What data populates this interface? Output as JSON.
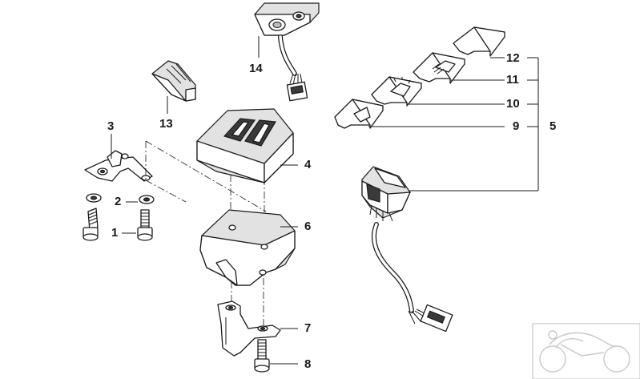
{
  "labels": {
    "p1": "1",
    "p2": "2",
    "p3": "3",
    "p4": "4",
    "p5": "5",
    "p6": "6",
    "p7": "7",
    "p8": "8",
    "p9": "9",
    "p10": "10",
    "p11": "11",
    "p12": "12",
    "p13": "13",
    "p14": "14"
  },
  "colors": {
    "ink": "#1a1a1a",
    "shade": "#e2e2e2",
    "dark": "#3a3a3a",
    "watermark": "#c8c8c8"
  },
  "icons": {
    "key9": "horn-icon",
    "key10": "low-beam-icon",
    "key11": "high-beam-icon",
    "key12": "blank-key",
    "thumbnail": "motorcycle-thumbnail-icon"
  }
}
